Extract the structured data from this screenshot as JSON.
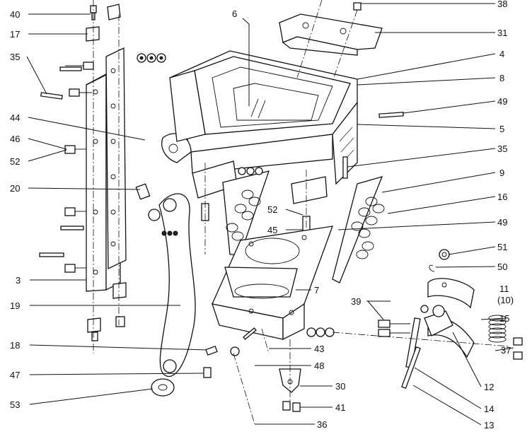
{
  "labels": {
    "l40": "40",
    "l17": "17",
    "l35a": "35",
    "l44": "44",
    "l46": "46",
    "l52a": "52",
    "l20": "20",
    "l3": "3",
    "l19": "19",
    "l18": "18",
    "l47": "47",
    "l53": "53",
    "l6": "6",
    "l38": "38",
    "l31": "31",
    "l4": "4",
    "l8": "8",
    "l49a": "49",
    "l5": "5",
    "l35b": "35",
    "l9": "9",
    "l16": "16",
    "l52b": "52",
    "l45": "45",
    "l49b": "49",
    "l51": "51",
    "l50": "50",
    "l11": "11",
    "l11b": "(10)",
    "l7": "7",
    "l39": "39",
    "l15": "15",
    "l43": "43",
    "l48": "48",
    "l37": "37",
    "l30": "30",
    "l12": "12",
    "l41": "41",
    "l14": "14",
    "l36": "36",
    "l13": "13"
  }
}
